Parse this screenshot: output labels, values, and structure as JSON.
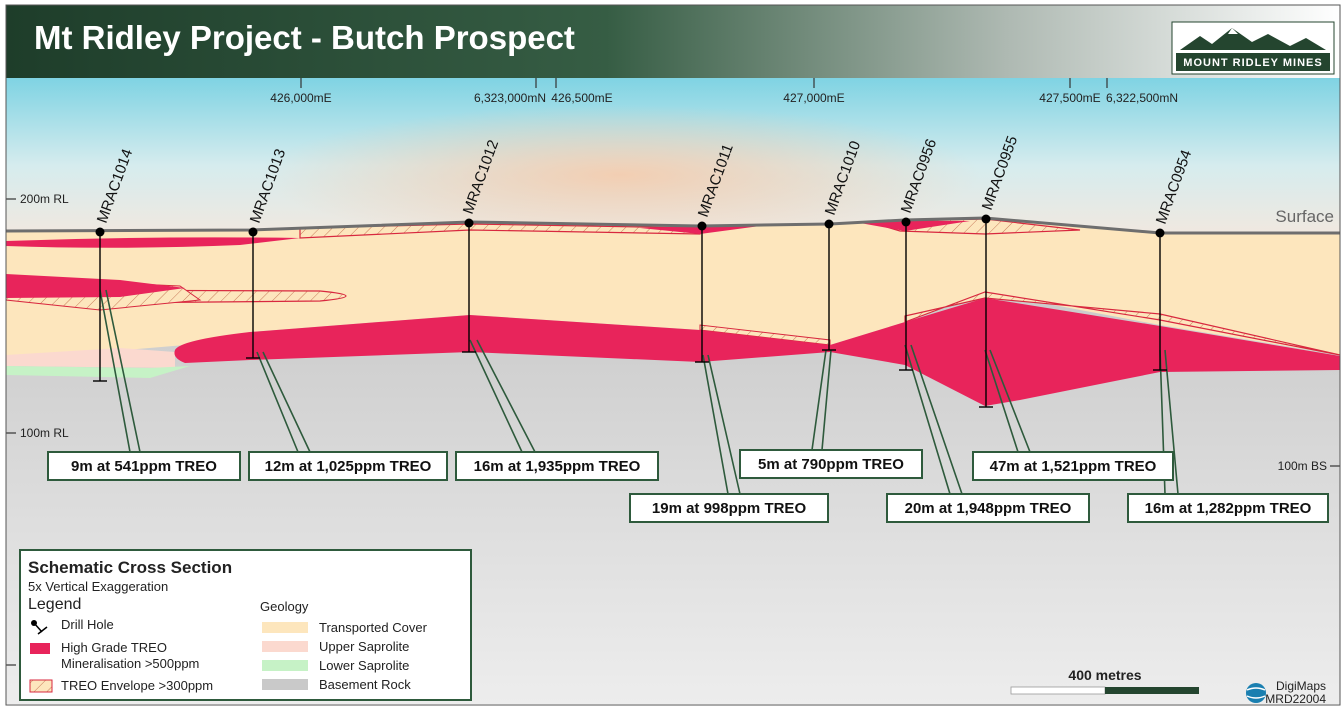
{
  "title": "Mt Ridley Project - Butch Prospect",
  "logo_text": "MOUNT RIDLEY MINES",
  "surface_label": "Surface",
  "rl_labels": {
    "top": "200m RL",
    "bottom": "100m RL",
    "bs": "100m BS"
  },
  "coordinates": [
    "426,000mE",
    "6,323,000mN",
    "426,500mE",
    "427,000mE",
    "427,500mE",
    "6,322,500mN"
  ],
  "drill_holes": [
    "MRAC1014",
    "MRAC1013",
    "MRAC1012",
    "MRAC1011",
    "MRAC1010",
    "MRAC0956",
    "MRAC0955",
    "MRAC0954"
  ],
  "intercepts": [
    "9m at 541ppm TREO",
    "12m at 1,025ppm TREO",
    "16m at 1,935ppm TREO",
    "19m at 998ppm TREO",
    "5m at 790ppm TREO",
    "20m at 1,948ppm TREO",
    "47m at 1,521ppm TREO",
    "16m at 1,282ppm TREO"
  ],
  "legend": {
    "title": "Schematic Cross Section",
    "subtitle": "5x Vertical Exaggeration",
    "heading": "Legend",
    "drill_hole": "Drill Hole",
    "high_grade_1": "High Grade TREO",
    "high_grade_2": "Mineralisation >500ppm",
    "envelope": "TREO Envelope >300ppm",
    "geology_heading": "Geology",
    "geology": [
      "Transported Cover",
      "Upper Saprolite",
      "Lower Saprolite",
      "Basement Rock"
    ]
  },
  "scale_label": "400 metres",
  "credit": {
    "name": "DigiMaps",
    "code": "MRD22004"
  },
  "colors": {
    "header_dark": "#24452f",
    "mineral": "#e8245b",
    "cover": "#fde6bd",
    "upper_saprolite": "#fbd9cf",
    "lower_saprolite": "#c6f2c6",
    "basement": "#c9c9c9",
    "box_border": "#2e5a3c"
  }
}
